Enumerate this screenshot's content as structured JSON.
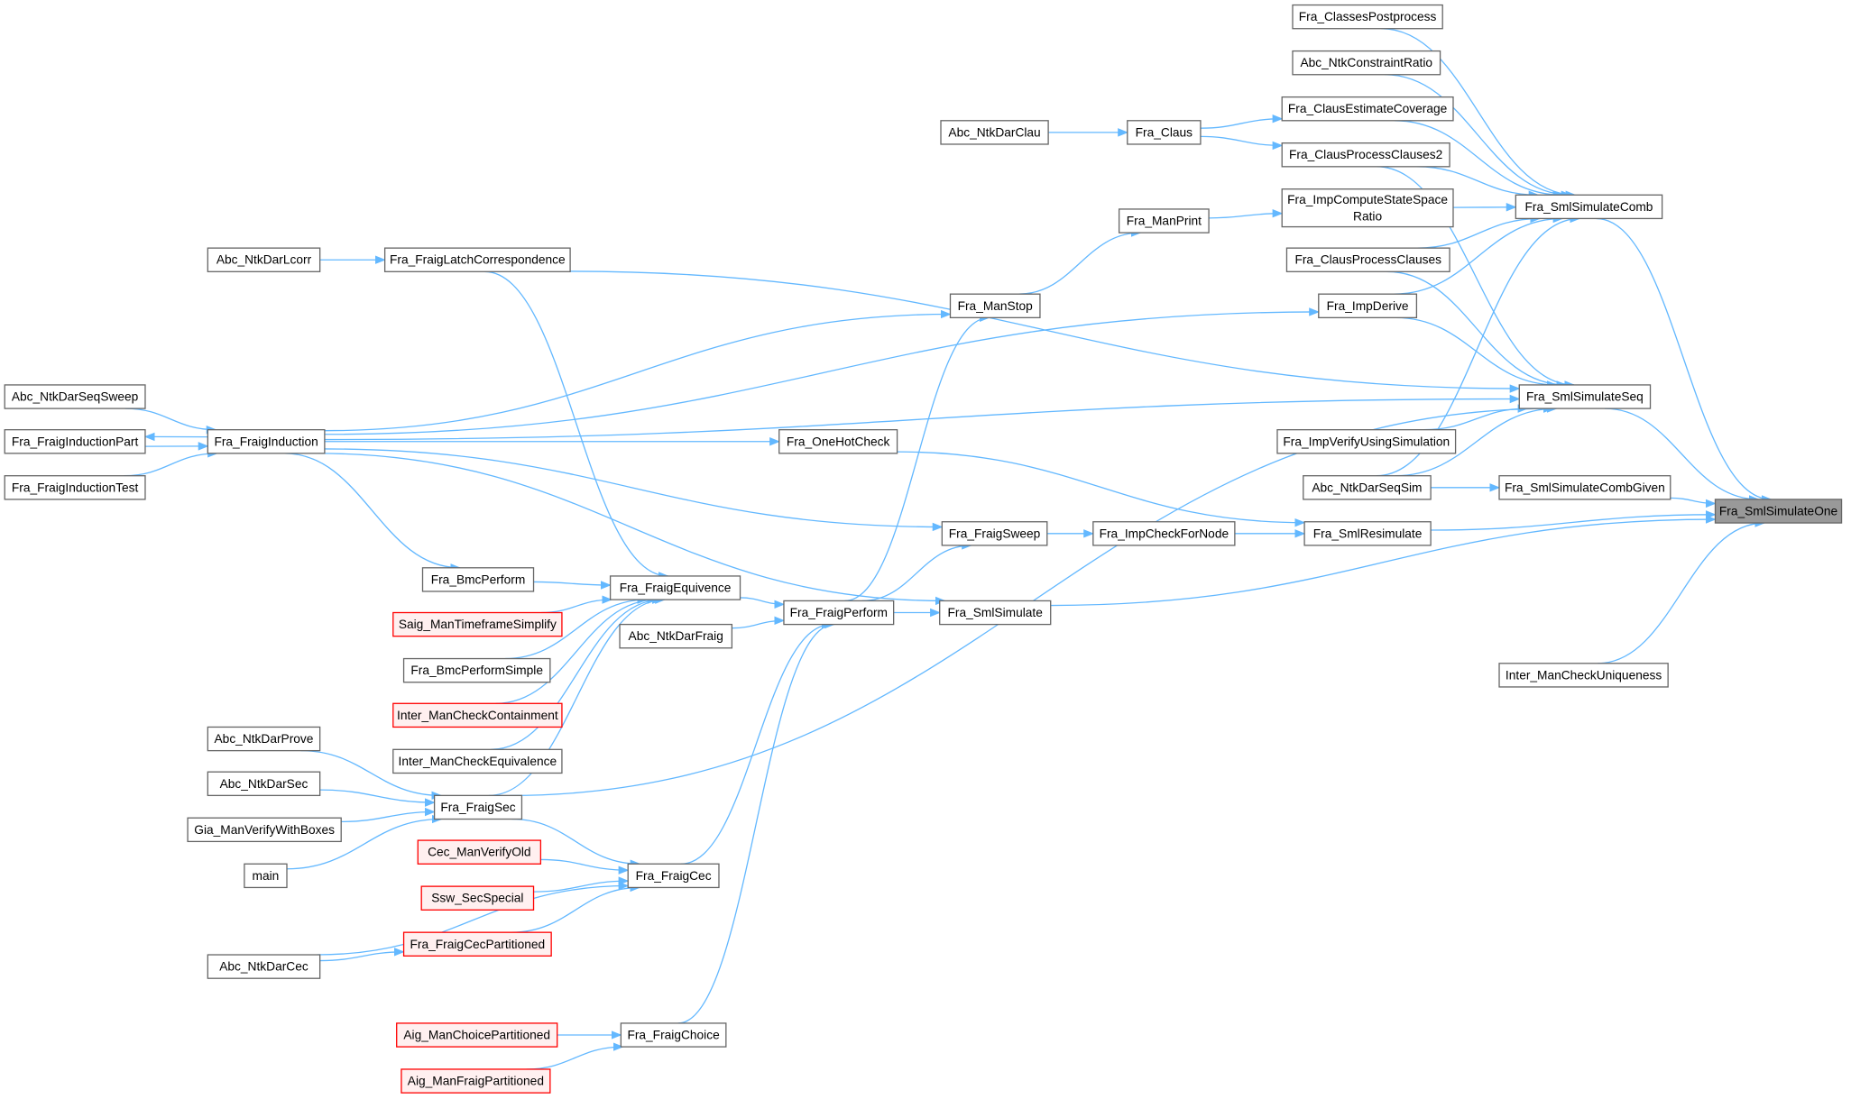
{
  "diagram": {
    "title": "Fra_SmlSimulateOne caller graph",
    "edge_color": "#63b8ff",
    "red_border_color": "#ff0000",
    "red_fill_color": "#fff0f0",
    "focus_fill_color": "#999999",
    "nodes": [
      {
        "id": "one",
        "label": "Fra_SmlSimulateOne",
        "style": "focus"
      },
      {
        "id": "classespp",
        "label": "Fra_ClassesPostprocess",
        "style": "normal"
      },
      {
        "id": "constraint",
        "label": "Abc_NtkConstraintRatio",
        "style": "normal"
      },
      {
        "id": "darclau",
        "label": "Abc_NtkDarClau",
        "style": "normal"
      },
      {
        "id": "claus",
        "label": "Fra_Claus",
        "style": "normal"
      },
      {
        "id": "estcov",
        "label": "Fra_ClausEstimateCoverage",
        "style": "normal"
      },
      {
        "id": "procclauses2",
        "label": "Fra_ClausProcessClauses2",
        "style": "normal"
      },
      {
        "id": "manprint",
        "label": "Fra_ManPrint",
        "style": "normal"
      },
      {
        "id": "impcompute",
        "label": "Fra_ImpComputeStateSpace",
        "label2": "Ratio",
        "style": "normal"
      },
      {
        "id": "comb",
        "label": "Fra_SmlSimulateComb",
        "style": "normal"
      },
      {
        "id": "darlcorr",
        "label": "Abc_NtkDarLcorr",
        "style": "normal"
      },
      {
        "id": "latchcorr",
        "label": "Fra_FraigLatchCorrespondence",
        "style": "normal"
      },
      {
        "id": "procclauses",
        "label": "Fra_ClausProcessClauses",
        "style": "normal"
      },
      {
        "id": "manstop",
        "label": "Fra_ManStop",
        "style": "normal"
      },
      {
        "id": "impderive",
        "label": "Fra_ImpDerive",
        "style": "normal"
      },
      {
        "id": "seqsweep",
        "label": "Abc_NtkDarSeqSweep",
        "style": "normal"
      },
      {
        "id": "seq",
        "label": "Fra_SmlSimulateSeq",
        "style": "normal"
      },
      {
        "id": "indpart",
        "label": "Fra_FraigInductionPart",
        "style": "normal"
      },
      {
        "id": "induction",
        "label": "Fra_FraigInduction",
        "style": "normal"
      },
      {
        "id": "onehot",
        "label": "Fra_OneHotCheck",
        "style": "normal"
      },
      {
        "id": "impverify",
        "label": "Fra_ImpVerifyUsingSimulation",
        "style": "normal"
      },
      {
        "id": "indtest",
        "label": "Fra_FraigInductionTest",
        "style": "normal"
      },
      {
        "id": "seqsim",
        "label": "Abc_NtkDarSeqSim",
        "style": "normal"
      },
      {
        "id": "combgiven",
        "label": "Fra_SmlSimulateCombGiven",
        "style": "normal"
      },
      {
        "id": "sweep",
        "label": "Fra_FraigSweep",
        "style": "normal"
      },
      {
        "id": "impcheck",
        "label": "Fra_ImpCheckForNode",
        "style": "normal"
      },
      {
        "id": "resim",
        "label": "Fra_SmlResimulate",
        "style": "normal"
      },
      {
        "id": "bmc",
        "label": "Fra_BmcPerform",
        "style": "normal"
      },
      {
        "id": "equiv",
        "label": "Fra_FraigEquivence",
        "style": "normal"
      },
      {
        "id": "saigtf",
        "label": "Saig_ManTimeframeSimplify",
        "style": "red"
      },
      {
        "id": "perform",
        "label": "Fra_FraigPerform",
        "style": "normal"
      },
      {
        "id": "smlsim",
        "label": "Fra_SmlSimulate",
        "style": "normal"
      },
      {
        "id": "darfraig",
        "label": "Abc_NtkDarFraig",
        "style": "normal"
      },
      {
        "id": "bmcsimple",
        "label": "Fra_BmcPerformSimple",
        "style": "normal"
      },
      {
        "id": "contain",
        "label": "Inter_ManCheckContainment",
        "style": "red"
      },
      {
        "id": "uniq",
        "label": "Inter_ManCheckUniqueness",
        "style": "normal"
      },
      {
        "id": "intequiv",
        "label": "Inter_ManCheckEquivalence",
        "style": "normal"
      },
      {
        "id": "darprove",
        "label": "Abc_NtkDarProve",
        "style": "normal"
      },
      {
        "id": "darsec",
        "label": "Abc_NtkDarSec",
        "style": "normal"
      },
      {
        "id": "fraigsec",
        "label": "Fra_FraigSec",
        "style": "normal"
      },
      {
        "id": "giaverify",
        "label": "Gia_ManVerifyWithBoxes",
        "style": "normal"
      },
      {
        "id": "main",
        "label": "main",
        "style": "normal"
      },
      {
        "id": "cecold",
        "label": "Cec_ManVerifyOld",
        "style": "red"
      },
      {
        "id": "fraigcec",
        "label": "Fra_FraigCec",
        "style": "normal"
      },
      {
        "id": "sswsec",
        "label": "Ssw_SecSpecial",
        "style": "red"
      },
      {
        "id": "cecpart",
        "label": "Fra_FraigCecPartitioned",
        "style": "red"
      },
      {
        "id": "darcec",
        "label": "Abc_NtkDarCec",
        "style": "normal"
      },
      {
        "id": "choicepart",
        "label": "Aig_ManChoicePartitioned",
        "style": "red"
      },
      {
        "id": "choice",
        "label": "Fra_FraigChoice",
        "style": "normal"
      },
      {
        "id": "fraigpart",
        "label": "Aig_ManFraigPartitioned",
        "style": "red"
      }
    ],
    "edges": [
      [
        "comb",
        "one"
      ],
      [
        "seq",
        "one"
      ],
      [
        "combgiven",
        "one"
      ],
      [
        "resim",
        "one"
      ],
      [
        "smlsim",
        "one"
      ],
      [
        "uniq",
        "one"
      ],
      [
        "classespp",
        "comb"
      ],
      [
        "constraint",
        "comb"
      ],
      [
        "estcov",
        "comb"
      ],
      [
        "procclauses2",
        "comb"
      ],
      [
        "impcompute",
        "comb"
      ],
      [
        "procclauses",
        "comb"
      ],
      [
        "impderive",
        "comb"
      ],
      [
        "seqsim",
        "comb"
      ],
      [
        "claus",
        "estcov"
      ],
      [
        "claus",
        "procclauses2"
      ],
      [
        "darclau",
        "claus"
      ],
      [
        "manprint",
        "impcompute"
      ],
      [
        "manstop",
        "manprint"
      ],
      [
        "induction",
        "manstop"
      ],
      [
        "perform",
        "manstop"
      ],
      [
        "darlcorr",
        "latchcorr"
      ],
      [
        "latchcorr",
        "seq"
      ],
      [
        "procclauses2",
        "seq"
      ],
      [
        "procclauses",
        "seq"
      ],
      [
        "impderive",
        "seq"
      ],
      [
        "induction",
        "impderive"
      ],
      [
        "induction",
        "seq"
      ],
      [
        "impverify",
        "seq"
      ],
      [
        "seqsim",
        "seq"
      ],
      [
        "seqsim",
        "combgiven"
      ],
      [
        "fraigsec",
        "seq"
      ],
      [
        "seqsweep",
        "induction"
      ],
      [
        "induction",
        "indpart"
      ],
      [
        "indpart",
        "induction"
      ],
      [
        "indtest",
        "induction"
      ],
      [
        "induction",
        "onehot"
      ],
      [
        "onehot",
        "resim"
      ],
      [
        "induction",
        "sweep"
      ],
      [
        "induction",
        "smlsim"
      ],
      [
        "induction",
        "bmc"
      ],
      [
        "sweep",
        "impcheck"
      ],
      [
        "impcheck",
        "resim"
      ],
      [
        "perform",
        "sweep"
      ],
      [
        "perform",
        "smlsim"
      ],
      [
        "equiv",
        "perform"
      ],
      [
        "darfraig",
        "perform"
      ],
      [
        "fraigcec",
        "perform"
      ],
      [
        "choice",
        "perform"
      ],
      [
        "latchcorr",
        "equiv"
      ],
      [
        "bmc",
        "equiv"
      ],
      [
        "saigtf",
        "equiv"
      ],
      [
        "bmcsimple",
        "equiv"
      ],
      [
        "contain",
        "equiv"
      ],
      [
        "intequiv",
        "equiv"
      ],
      [
        "fraigsec",
        "equiv"
      ],
      [
        "darprove",
        "fraigsec"
      ],
      [
        "darsec",
        "fraigsec"
      ],
      [
        "giaverify",
        "fraigsec"
      ],
      [
        "main",
        "fraigsec"
      ],
      [
        "fraigsec",
        "fraigcec"
      ],
      [
        "cecold",
        "fraigcec"
      ],
      [
        "sswsec",
        "fraigcec"
      ],
      [
        "cecpart",
        "fraigcec"
      ],
      [
        "darcec",
        "fraigcec"
      ],
      [
        "darcec",
        "cecpart"
      ],
      [
        "choicepart",
        "choice"
      ],
      [
        "fraigpart",
        "choice"
      ]
    ]
  }
}
